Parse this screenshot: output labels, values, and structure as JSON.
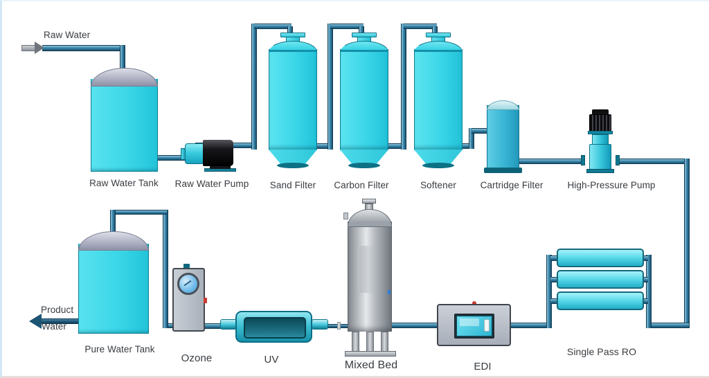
{
  "flow": {
    "inlet_label": "Raw Water",
    "outlet_label_line1": "Product",
    "outlet_label_line2": "Water"
  },
  "equipment": {
    "raw_water_tank": {
      "label": "Raw Water Tank"
    },
    "raw_water_pump": {
      "label": "Raw Water Pump"
    },
    "sand_filter": {
      "label": "Sand Filter"
    },
    "carbon_filter": {
      "label": "Carbon Filter"
    },
    "softener": {
      "label": "Softener"
    },
    "cartridge_filter": {
      "label": "Cartridge Filter"
    },
    "high_pressure_pump": {
      "label": "High-Pressure Pump"
    },
    "single_pass_ro": {
      "label": "Single Pass RO"
    },
    "edi": {
      "label": "EDI"
    },
    "mixed_bed": {
      "label": "Mixed Bed"
    },
    "uv": {
      "label": "UV"
    },
    "ozone": {
      "label": "Ozone"
    },
    "pure_water_tank": {
      "label": "Pure Water Tank"
    }
  },
  "colors": {
    "vessel_cyan": "#3ad6e8",
    "vessel_outline": "#0e7e94",
    "pipe_blue": "#3f89ad",
    "pipe_outline": "#133b51",
    "dome_gray": "#a6a8bc",
    "steel_gray": "#c8cdd2",
    "motor_black": "#1b1b1f",
    "screen_cyan": "#3fc9e0",
    "alert_red": "#cc3b33",
    "label_text": "#383c41"
  }
}
